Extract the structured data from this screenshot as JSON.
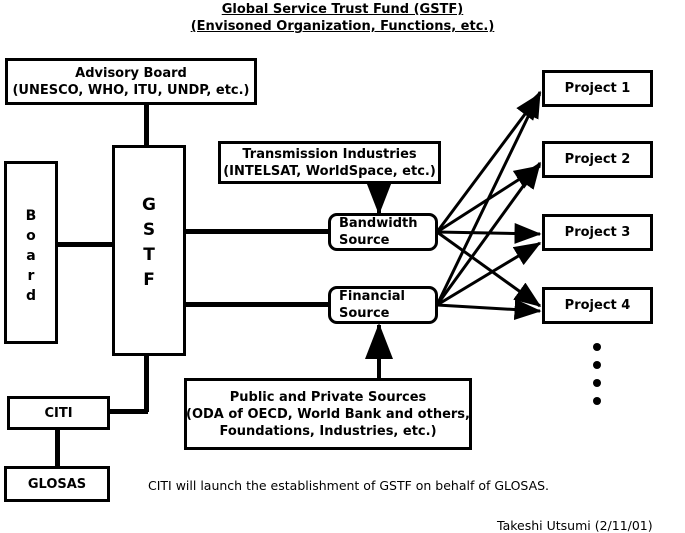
{
  "title": {
    "line1": "Global Service Trust Fund (GSTF)",
    "line2": "(Envisoned Organization, Functions, etc.)"
  },
  "boxes": {
    "advisory_board": {
      "line1": "Advisory Board",
      "line2": "(UNESCO, WHO, ITU, UNDP, etc.)"
    },
    "transmission_industries": {
      "line1": "Transmission Industries",
      "line2": "(INTELSAT, WorldSpace, etc.)"
    },
    "board": {
      "letters": [
        "B",
        "o",
        "a",
        "r",
        "d"
      ]
    },
    "gstf": {
      "letters": [
        "G",
        "S",
        "T",
        "F"
      ]
    },
    "bandwidth_source": {
      "line1": "Bandwidth",
      "line2": "Source"
    },
    "financial_source": {
      "line1": "Financial",
      "line2": "Source"
    },
    "public_private_sources": {
      "line1": "Public and Private Sources",
      "line2": "(ODA of OECD, World Bank and others,",
      "line3": "Foundations, Industries, etc.)"
    },
    "citi": {
      "label": "CITI"
    },
    "glosas": {
      "label": "GLOSAS"
    },
    "projects": [
      {
        "label": "Project 1"
      },
      {
        "label": "Project 2"
      },
      {
        "label": "Project 3"
      },
      {
        "label": "Project 4"
      }
    ]
  },
  "notes": {
    "caption": "CITI will launch the establishment of GSTF on behalf of GLOSAS.",
    "signature": "Takeshi Utsumi (2/11/01)"
  },
  "colors": {
    "stroke": "#000000",
    "background": "#ffffff"
  }
}
